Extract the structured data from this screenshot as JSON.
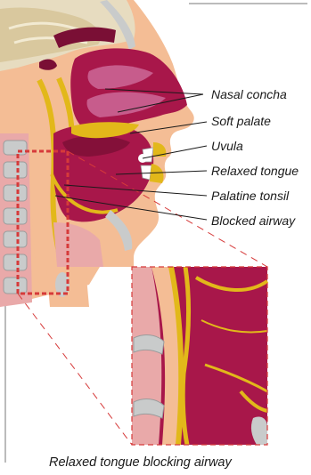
{
  "labels": {
    "nasal_concha": "Nasal concha",
    "soft_palate": "Soft palate",
    "uvula": "Uvula",
    "relaxed_tongue": "Relaxed tongue",
    "palatine_tonsil": "Palatine tonsil",
    "blocked_airway": "Blocked airway"
  },
  "caption": "Relaxed tongue blocking airway",
  "colors": {
    "skin": "#f4bd95",
    "tissue": "#a8174a",
    "tissue_dark": "#7a0f35",
    "cavity": "#c75c8c",
    "yellow": "#e2b81a",
    "bone": "#c9cbcb",
    "vertebra_pink": "#e9a9a9",
    "brain": "#e7dcc0",
    "highlight": "#d63a3a"
  }
}
